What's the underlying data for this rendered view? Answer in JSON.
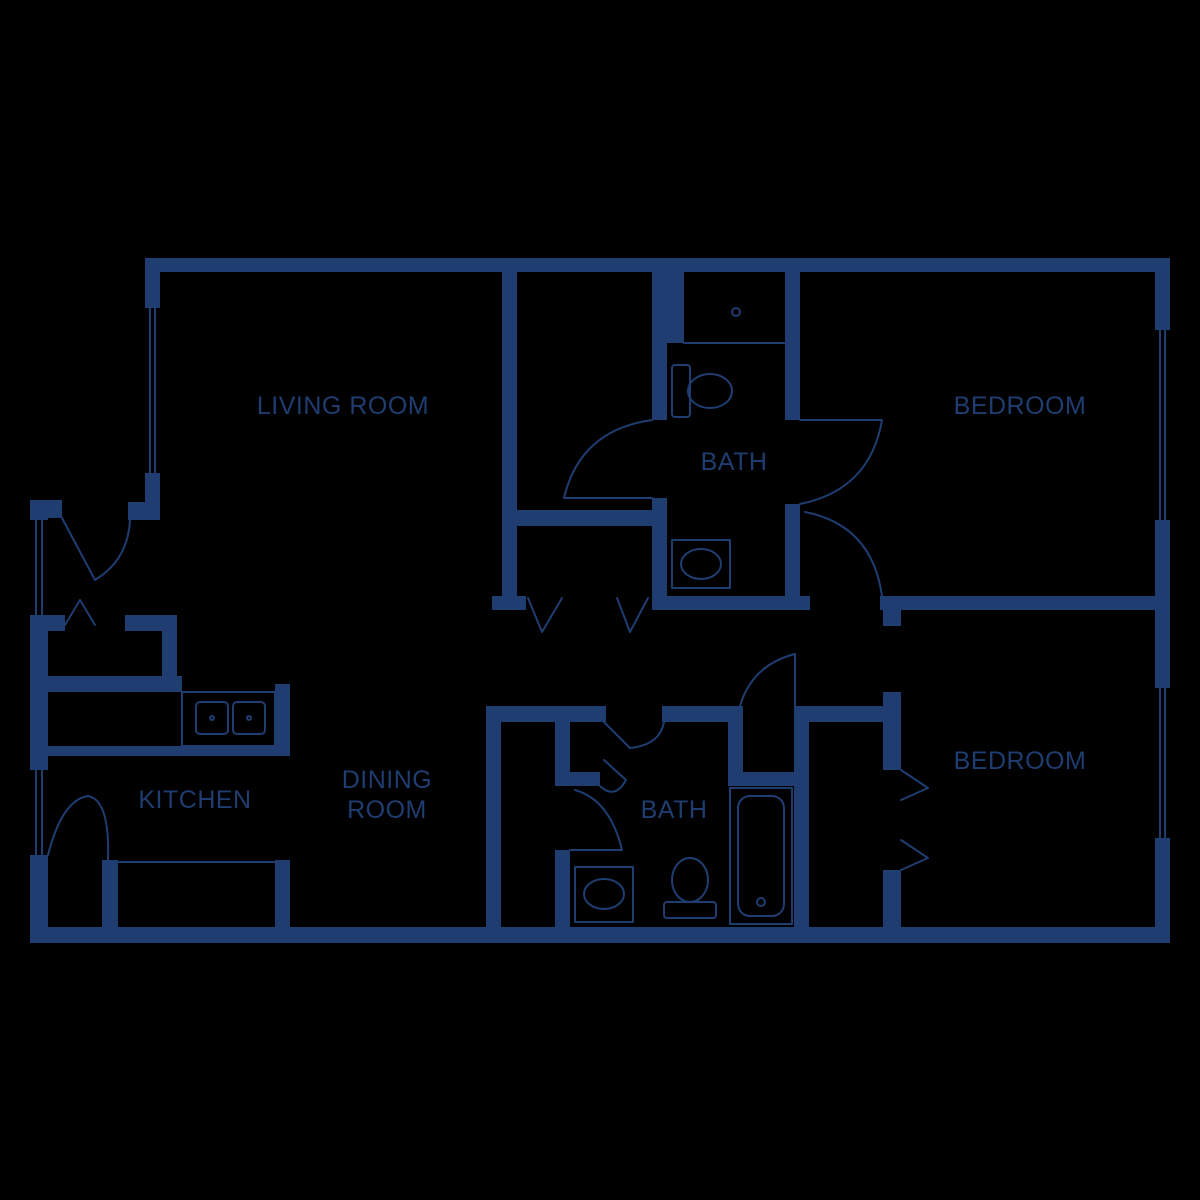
{
  "colors": {
    "background": "#000000",
    "wall": "#1f3d70"
  },
  "rooms": {
    "living_room": {
      "label": "LIVING ROOM"
    },
    "bath_top": {
      "label": "BATH"
    },
    "bedroom_top": {
      "label": "BEDROOM"
    },
    "kitchen": {
      "label": "KITCHEN"
    },
    "dining_room": {
      "label_line1": "DINING",
      "label_line2": "ROOM"
    },
    "bath_bottom": {
      "label": "BATH"
    },
    "bedroom_bottom": {
      "label": "BEDROOM"
    }
  }
}
